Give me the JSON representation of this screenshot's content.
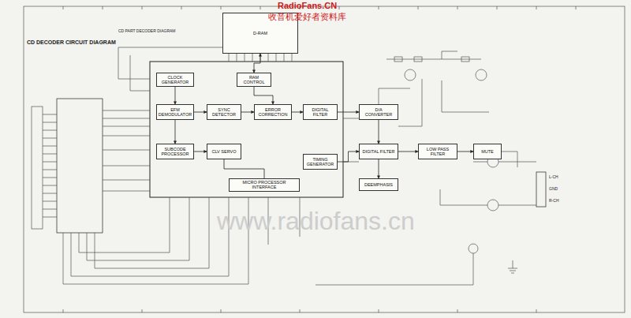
{
  "diagram": {
    "title": "CD DECODER CIRCUIT DIAGRAM",
    "nodes": [
      {
        "text": [
          "D-RAM"
        ]
      },
      {
        "text": [
          "CLOCK GENERATOR"
        ]
      },
      {
        "text": [
          "EFM DEMODULATOR"
        ]
      },
      {
        "text": [
          "SUBCODE PROCESSOR"
        ]
      },
      {
        "text": [
          "SYNC DETECTOR"
        ]
      },
      {
        "text": [
          "RAM CONTROL"
        ]
      },
      {
        "text": [
          "ERROR CORRECTION"
        ]
      },
      {
        "text": [
          "DIGITAL FILTER"
        ]
      },
      {
        "text": [
          "TIMING GENERATOR"
        ]
      },
      {
        "text": [
          "CLV SERVO"
        ]
      },
      {
        "text": [
          "MICRO PROCESSOR INTERFACE"
        ]
      },
      {
        "text": [
          "D/A CONVERTER"
        ]
      },
      {
        "text": [
          "DIGITAL FILTER"
        ]
      },
      {
        "text": [
          "LOW PASS FILTER"
        ]
      },
      {
        "text": [
          "DEEMPHASIS"
        ]
      },
      {
        "text": [
          "MUTE"
        ]
      }
    ],
    "edges": [
      {
        "from": 1,
        "to": 2,
        "arrow": "to"
      },
      {
        "from": 2,
        "to": 4,
        "arrow": "to"
      },
      {
        "from": 4,
        "to": 6,
        "arrow": "to"
      },
      {
        "from": 0,
        "to": 5,
        "arrow": "both"
      },
      {
        "from": 5,
        "to": 6,
        "arrow": "to"
      },
      {
        "from": 6,
        "to": 7,
        "arrow": "to"
      },
      {
        "from": 7,
        "to": 11,
        "arrow": "to"
      },
      {
        "from": 11,
        "to": 12,
        "arrow": "to"
      },
      {
        "from": 12,
        "to": 13,
        "arrow": "to"
      },
      {
        "from": 13,
        "to": 15,
        "arrow": "to"
      },
      {
        "from": 2,
        "to": 3,
        "arrow": "to"
      },
      {
        "from": 3,
        "to": 9,
        "arrow": "to"
      },
      {
        "from": 9,
        "to": 10,
        "arrow": "none"
      },
      {
        "from": 8,
        "to": 12,
        "arrow": "to"
      },
      {
        "from": 12,
        "to": 14,
        "arrow": "to"
      }
    ],
    "labels": [
      "RadioFans.CN",
      "收音机爱好者资料库",
      "www.radiofans.cn",
      "CD PART DECODER DIAGRAM",
      "L-CH",
      "GND",
      "R-CH"
    ]
  }
}
